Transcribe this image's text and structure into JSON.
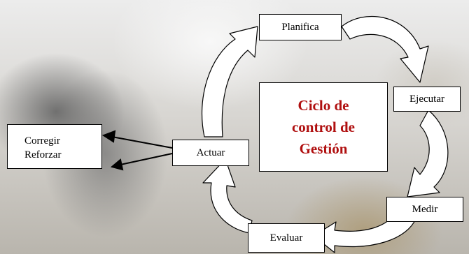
{
  "diagram": {
    "center_lines": [
      "Ciclo de",
      "control de",
      "Gestión"
    ],
    "steps": {
      "planifica": "Planifica",
      "ejecutar": "Ejecutar",
      "medir": "Medir",
      "evaluar": "Evaluar",
      "actuar": "Actuar"
    },
    "outcomes": [
      "Corregir",
      "Reforzar"
    ],
    "colors": {
      "center_text": "#b01010",
      "box_fill": "#ffffff",
      "line": "#000000"
    }
  }
}
